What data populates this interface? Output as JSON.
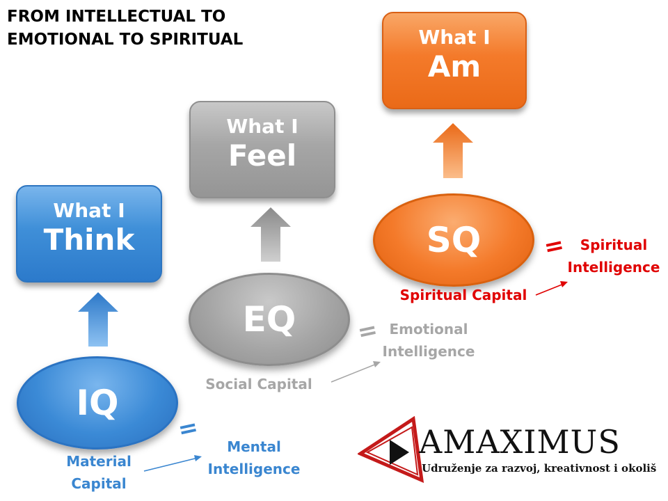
{
  "title": {
    "line1": "FROM INTELLECTUAL TO",
    "line2": "EMOTIONAL TO SPIRITUAL"
  },
  "iq": {
    "box_line1": "What I",
    "box_line2": "Think",
    "oval": "IQ",
    "equals": "=",
    "intelligence_line1": "Mental",
    "intelligence_line2": "Intelligence",
    "capital_line1": "Material",
    "capital_line2": "Capital"
  },
  "eq": {
    "box_line1": "What I",
    "box_line2": "Feel",
    "oval": "EQ",
    "equals": "=",
    "intelligence_line1": "Emotional",
    "intelligence_line2": "Intelligence",
    "capital": "Social Capital"
  },
  "sq": {
    "box_line1": "What I",
    "box_line2": "Am",
    "oval": "SQ",
    "equals": "=",
    "intelligence_line1": "Spiritual",
    "intelligence_line2": "Intelligence",
    "capital": "Spiritual Capital"
  },
  "logo": {
    "name": "AMAXIMUS",
    "tagline": "Udruženje za razvoj, kreativnost i okoliš"
  },
  "colors": {
    "blue": "#3a86d0",
    "gray": "#a6a6a6",
    "orange": "#f47a2a",
    "red": "#e00000"
  }
}
